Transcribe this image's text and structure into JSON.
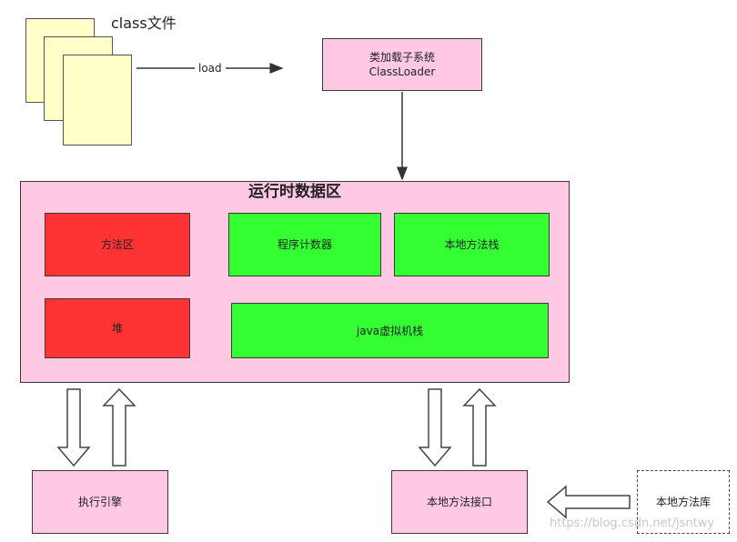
{
  "class_files": {
    "label": "class文件"
  },
  "load_arrow": {
    "label": "load"
  },
  "classloader": {
    "line1": "类加载子系统",
    "line2": "ClassLoader"
  },
  "runtime_area": {
    "title": "运行时数据区",
    "method_area": "方法区",
    "heap": "堆",
    "program_counter": "程序计数器",
    "native_method_stack": "本地方法栈",
    "java_vm_stack": "java虚拟机栈"
  },
  "execution_engine": "执行引擎",
  "native_interface": "本地方法接口",
  "native_library": "本地方法库",
  "watermark": "https://blog.csdn.net/jsntwy",
  "colors": {
    "pink": "#ffc9e4",
    "red": "#ff3333",
    "green": "#33ff33",
    "paper": "#ffffc8"
  }
}
